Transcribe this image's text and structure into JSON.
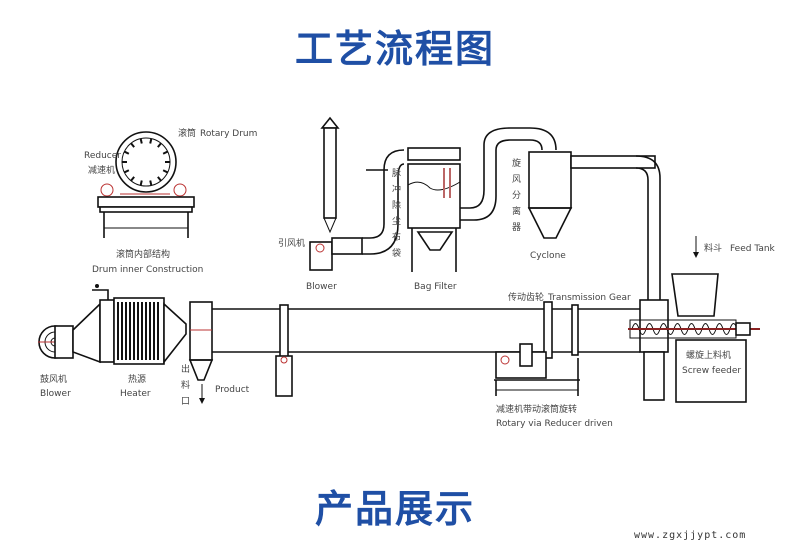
{
  "header": {
    "title": "工艺流程图"
  },
  "footer": {
    "title": "产品展示",
    "watermark": "www.zgxjjypt.com"
  },
  "labels": {
    "rotary_drum_cn": "滚筒",
    "rotary_drum_en": "Rotary Drum",
    "reducer_en": "Reducer",
    "reducer_cn": "减速机",
    "drum_inner_cn": "滚筒内部结构",
    "drum_inner_en": "Drum inner Construction",
    "induced_blower_cn": "引风机",
    "induced_blower_en": "Blower",
    "bag_filter_cn": [
      "脉",
      "冲",
      "除",
      "尘",
      "布",
      "袋"
    ],
    "bag_filter_en": "Bag Filter",
    "cyclone_cn": [
      "旋",
      "风",
      "分",
      "离",
      "器"
    ],
    "cyclone_en": "Cyclone",
    "feed_tank_cn": "料斗",
    "feed_tank_en": "Feed Tank",
    "transmission_gear_cn": "传动齿轮",
    "transmission_gear_en": "Transmission Gear",
    "blower_cn": "鼓风机",
    "blower_en": "Blower",
    "heater_cn": "热源",
    "heater_en": "Heater",
    "outlet_cn": [
      "出",
      "料",
      "口"
    ],
    "product_en": "Product",
    "reducer_drive_cn": "减速机带动滚筒旋转",
    "reducer_drive_en": "Rotary via Reducer driven",
    "screw_feeder_cn": "螺旋上料机",
    "screw_feeder_en": "Screw feeder"
  },
  "colors": {
    "title": "#1f4fa5",
    "line": "#111111",
    "accent": "#b33333"
  }
}
